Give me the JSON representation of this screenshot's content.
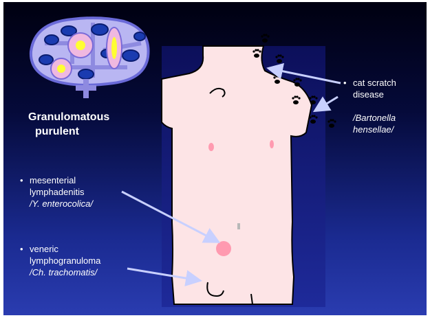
{
  "slide": {
    "title_line1": "Granulomatous",
    "title_line2": "purulent",
    "items": [
      {
        "bullet": "•",
        "line1": "mesenterial",
        "line2": "lymphadenitis",
        "pathogen": "/Y. enterocolica/"
      },
      {
        "bullet": "•",
        "line1": "veneric",
        "line2": "lymphogranuloma",
        "pathogen": "/Ch. trachomatis/"
      },
      {
        "bullet": "•",
        "line1": "cat scratch",
        "line2": "disease",
        "pathogen_line1": "/Bartonella",
        "pathogen_line2": "hensellae/"
      }
    ]
  },
  "colors": {
    "background_top": "#000010",
    "background_bottom": "#2a3cb0",
    "body_fill": "#fde4e6",
    "arrow": "#c8d0ff",
    "node_fill": "#b9b6f2",
    "follicle_fill": "#e8b8e8",
    "germinal_center": "#ffff33"
  },
  "icons": [
    "lymph-node-diagram",
    "body-silhouette",
    "cat-paw-print-icon",
    "arrow-icon"
  ]
}
